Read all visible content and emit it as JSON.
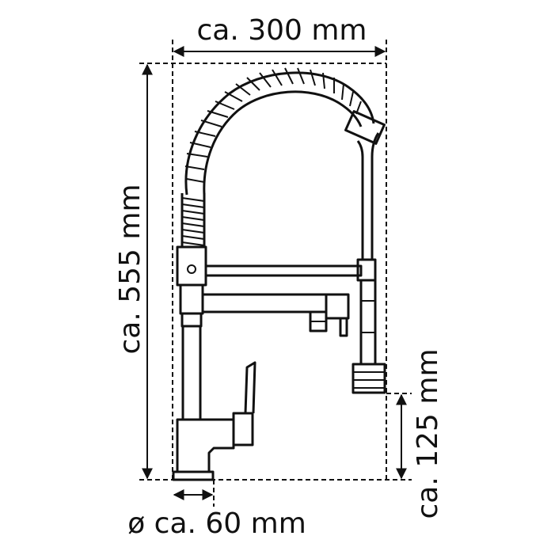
{
  "dimensions": {
    "width_label": "ca. 300 mm",
    "height_label": "ca. 555 mm",
    "spout_height_label": "ca. 125 mm",
    "base_diameter_label": "ø ca. 60 mm"
  }
}
